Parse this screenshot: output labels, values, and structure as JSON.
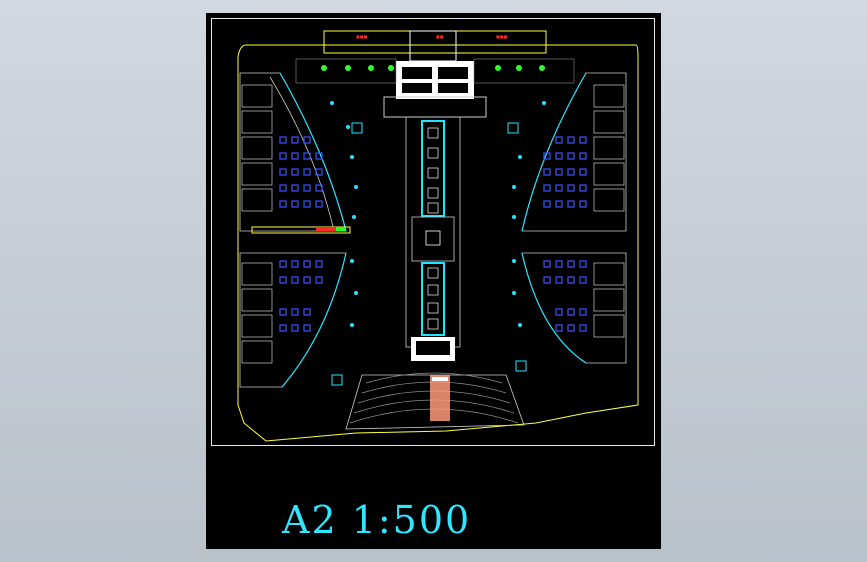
{
  "drawing": {
    "scale_label": "A2 1:500",
    "colors": {
      "background": "#000000",
      "frame": "#e8e8e8",
      "boundary": "#ffff40",
      "cyan": "#22e4ff",
      "blue": "#3b55ff",
      "white": "#ffffff",
      "green": "#2aff2a",
      "red": "#ff2a2a",
      "salmon": "#ff9a7a",
      "gray": "#8c8c8c"
    },
    "icons": [
      "plaza-plan",
      "tree-symbol",
      "stair-symbol"
    ]
  }
}
